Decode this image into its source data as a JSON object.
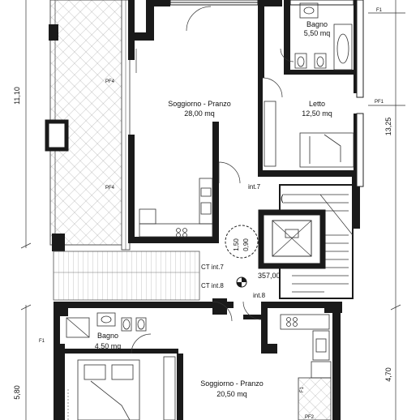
{
  "rooms": [
    {
      "name": "Bagno",
      "area": "5,50 mq"
    },
    {
      "name": "Soggiorno - Pranzo",
      "area": "28,00 mq"
    },
    {
      "name": "Letto",
      "area": "12,50 mq"
    },
    {
      "name": "Bagno",
      "area": "4,50 mq"
    },
    {
      "name": "Soggiorno - Pranzo",
      "area": "20,50 mq"
    }
  ],
  "dimensions": {
    "left_upper": "11,10",
    "left_lower": "5,80",
    "right_upper": "13,25",
    "right_lower": "4,70",
    "lift_outer": "1,50",
    "lift_inner": "0,90"
  },
  "codes": {
    "pf4_a": "PF4",
    "pf4_b": "PF4",
    "pf1": "PF1",
    "pf2": "PF2",
    "f1_top": "F1",
    "f1_left": "F1",
    "f1_right": "F1",
    "ct_int7": "CT int.7",
    "ct_int8": "CT int.8",
    "int7": "int.7",
    "int8": "int.8",
    "level": "357,00"
  },
  "colors": {
    "wall": "#1a1a1a",
    "line": "#333333",
    "hatch": "#9a9a9a",
    "background": "#ffffff"
  }
}
